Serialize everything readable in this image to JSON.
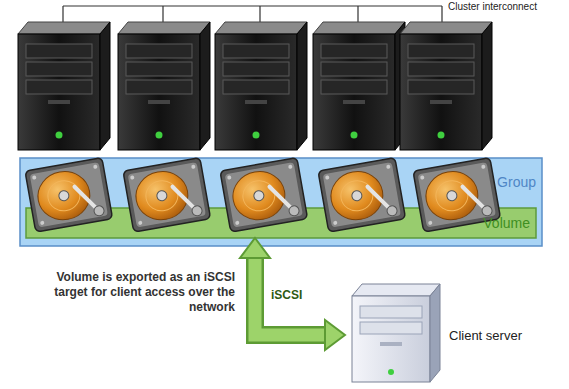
{
  "diagram": {
    "nodes": [
      {
        "text": [
          "Group"
        ]
      },
      {
        "text": [
          "Volume"
        ],
        "in": 0
      },
      {
        "text": [
          "Client server"
        ]
      }
    ],
    "edges": [
      {
        "from": 1,
        "to": 2,
        "label": "iSCSI",
        "arrow": "both"
      }
    ],
    "labels": [
      "Cluster interconnect",
      "Volume is exported as an iSCSI target for client access over the network"
    ]
  }
}
